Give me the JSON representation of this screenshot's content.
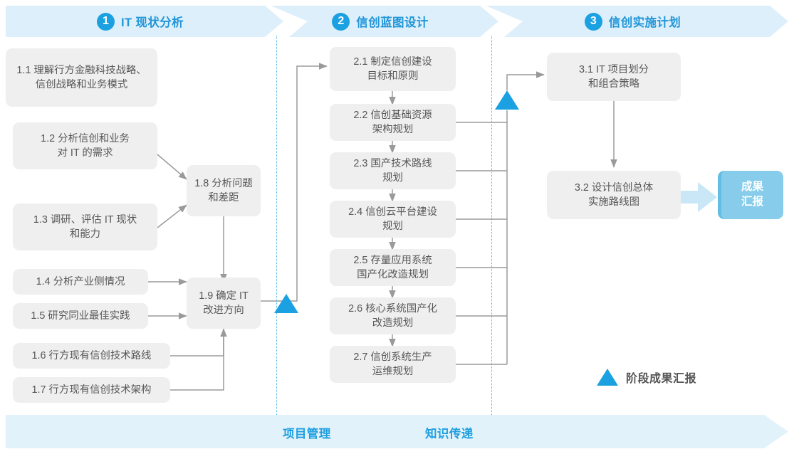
{
  "phases": [
    {
      "num": "1",
      "label": "IT 现状分析"
    },
    {
      "num": "2",
      "label": "信创蓝图设计"
    },
    {
      "num": "3",
      "label": "信创实施计划"
    }
  ],
  "phase1_nodes": [
    {
      "id": "1.1",
      "text": "1.1 理解行方金融科技战略、\n信创战略和业务模式"
    },
    {
      "id": "1.2",
      "text": "1.2 分析信创和业务\n对 IT 的需求"
    },
    {
      "id": "1.3",
      "text": "1.3 调研、评估 IT 现状\n和能力"
    },
    {
      "id": "1.4",
      "text": "1.4 分析产业侧情况"
    },
    {
      "id": "1.5",
      "text": "1.5 研究同业最佳实践"
    },
    {
      "id": "1.6",
      "text": "1.6 行方现有信创技术路线"
    },
    {
      "id": "1.7",
      "text": "1.7 行方现有信创技术架构"
    },
    {
      "id": "1.8",
      "text": "1.8 分析问题\n和差距"
    },
    {
      "id": "1.9",
      "text": "1.9 确定 IT\n改进方向"
    }
  ],
  "phase2_nodes": [
    {
      "id": "2.1",
      "text": "2.1 制定信创建设\n目标和原则"
    },
    {
      "id": "2.2",
      "text": "2.2 信创基础资源\n架构规划"
    },
    {
      "id": "2.3",
      "text": "2.3 国产技术路线\n规划"
    },
    {
      "id": "2.4",
      "text": "2.4 信创云平台建设\n规划"
    },
    {
      "id": "2.5",
      "text": "2.5 存量应用系统\n国产化改造规划"
    },
    {
      "id": "2.6",
      "text": "2.6 核心系统国产化\n改造规划"
    },
    {
      "id": "2.7",
      "text": "2.7 信创系统生产\n运维规划"
    }
  ],
  "phase3_nodes": [
    {
      "id": "3.1",
      "text": "3.1 IT 项目划分\n和组合策略"
    },
    {
      "id": "3.2",
      "text": "3.2 设计信创总体\n实施路线图"
    }
  ],
  "result_badge": {
    "text": "成果\n汇报"
  },
  "legend": {
    "label": "阶段成果汇报",
    "icon": "triangle-milestone-icon"
  },
  "footer": {
    "items": [
      "项目管理",
      "知识传递"
    ]
  },
  "colors": {
    "accent_blue": "#1ba1e2",
    "phase_band": "#ddeffa",
    "footer_band": "#e2f2fb",
    "node_fill": "#efefef",
    "node_text": "#575757",
    "badge_fill": "#87cdeb",
    "connector": "#9a9a9a",
    "lane_divider": "#49b6e6"
  }
}
